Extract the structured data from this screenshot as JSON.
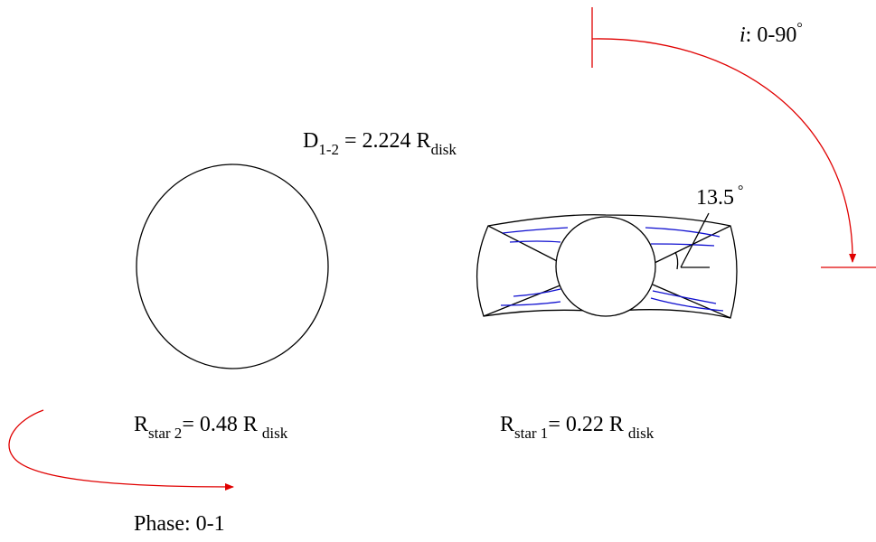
{
  "labels": {
    "inclination": {
      "symbol": "i",
      "text": ": 0-90",
      "degree": "°"
    },
    "separation": {
      "main": "D",
      "sub": "1-2",
      "value": " = 2.224 R",
      "unit": "disk"
    },
    "angle": {
      "value": "13.5",
      "degree": "°"
    },
    "star2_radius": {
      "main": "R",
      "sub": "star 2",
      "value": "= 0.48 R",
      "unit": "disk"
    },
    "star1_radius": {
      "main": "R",
      "sub": "star 1",
      "value": "= 0.22 R",
      "unit": "disk"
    },
    "phase": "Phase: 0-1"
  },
  "colors": {
    "ink": "#000000",
    "arrow": "#e00000",
    "disk_lines": "#1010d0"
  }
}
